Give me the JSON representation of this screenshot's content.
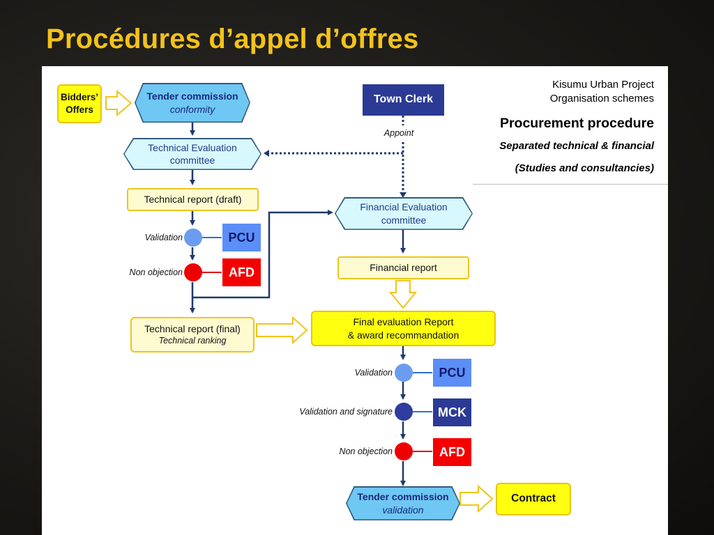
{
  "slide": {
    "title": "Procédures d’appel d’offres"
  },
  "header": {
    "line1": "Kisumu Urban Project",
    "line2": "Organisation schemes",
    "heading": "Procurement procedure",
    "subheading": "Separated technical & financial",
    "scope": "(Studies and consultancies)"
  },
  "nodes": {
    "bidders_offers": "Bidders’ Offers",
    "tender_commission_1": {
      "title": "Tender commission",
      "sub": "conformity"
    },
    "town_clerk": "Town Clerk",
    "appoint": "Appoint",
    "technical_eval_committee": "Technical Evaluation committee",
    "technical_report_draft": "Technical report (draft)",
    "financial_eval_committee": "Financial Evaluation committee",
    "financial_report": "Financial report",
    "technical_report_final": {
      "title": "Technical report (final)",
      "sub": "Technical ranking"
    },
    "final_evaluation_report": {
      "line1": "Final evaluation Report",
      "line2": "& award recommandation"
    },
    "tender_commission_2": {
      "title": "Tender commission",
      "sub": "validation"
    },
    "contract": "Contract"
  },
  "approvals_left": [
    {
      "label": "Validation",
      "agency": "PCU"
    },
    {
      "label": "Non objection",
      "agency": "AFD"
    }
  ],
  "approvals_right": [
    {
      "label": "Validation",
      "agency": "PCU"
    },
    {
      "label": "Validation and signature",
      "agency": "MCK"
    },
    {
      "label": "Non objection",
      "agency": "AFD"
    }
  ],
  "colors": {
    "title": "#f4c21a",
    "connector": "#1f3a6b",
    "pcu": "#5b8ef7",
    "afd": "#f40000",
    "mck": "#2b3a94",
    "box_yellow": "#ffff10"
  }
}
